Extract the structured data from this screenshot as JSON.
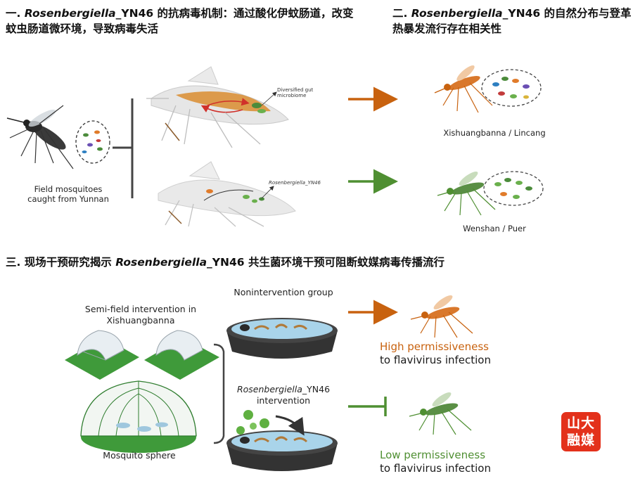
{
  "section1": {
    "prefix": "一. ",
    "species": "Rosenbergiella",
    "rest_line1": "_YN46 的抗病毒机制：通过酸化伊蚊肠道，改变",
    "line2": "蚊虫肠道微环境，导致病毒失活"
  },
  "section2": {
    "prefix": "二. ",
    "species": "Rosenbergiella",
    "rest_line1": "_YN46 的自然分布与登革",
    "line2": "热暴发流行存在相关性"
  },
  "section3": {
    "prefix": "三. 现场干预研究揭示 ",
    "species": "Rosenbergiella",
    "rest": "_YN46 共生菌环境干预可阻断蚊媒病毒传播流行"
  },
  "labels": {
    "field_mosquitoes_1": "Field mosquitoes",
    "field_mosquitoes_2": "caught from Yunnan",
    "diversified_1": "Diversified gut",
    "diversified_2": "microbiome",
    "rosen_small": "Rosenbergiella_YN46",
    "region_orange": "Xishuangbanna / Lincang",
    "region_green": "Wenshan / Puer",
    "semi_field_1": "Semi-field intervention in",
    "semi_field_2": "Xishuangbanna",
    "mosquito_sphere": "Mosquito sphere",
    "nonintervention": "Nonintervention group",
    "intervention_species": "Rosenbergiella",
    "intervention_suffix": "_YN46",
    "intervention_2": "intervention",
    "high_perm": "High permissiveness",
    "high_perm_2": "to flavivirus infection",
    "low_perm": "Low permissiveness",
    "low_perm_2": "to flavivirus infection"
  },
  "logo": {
    "line1": "山大",
    "line2": "融媒"
  },
  "colors": {
    "orange": "#c8620f",
    "green": "#4f8f32",
    "logo_red": "#e3311b"
  }
}
